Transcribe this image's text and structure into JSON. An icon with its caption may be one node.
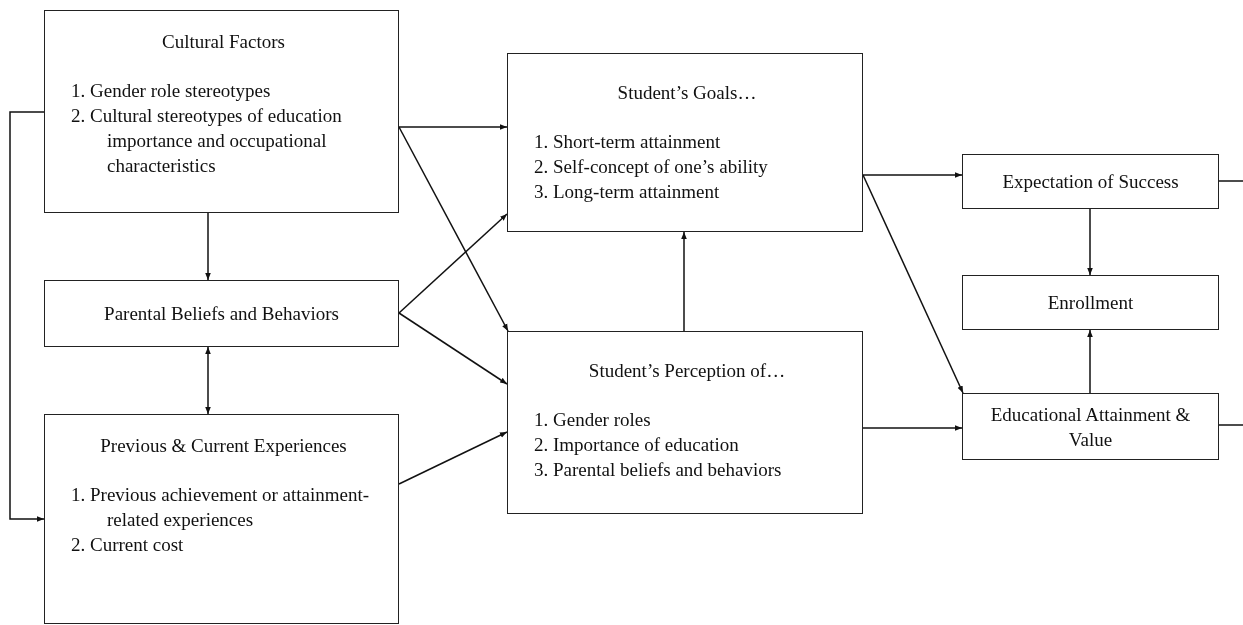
{
  "diagram": {
    "nodes": [
      {
        "text": [
          "Cultural Factors",
          "1. Gender role stereotypes",
          "2. Cultural stereotypes of education importance and occupational characteristics"
        ]
      },
      {
        "text": [
          "Parental Beliefs and Behaviors"
        ]
      },
      {
        "text": [
          "Previous & Current Experiences",
          "1. Previous achievement or attainment-related experiences",
          "2. Current cost"
        ]
      },
      {
        "text": [
          "Student’s Goals…",
          "1. Short-term attainment",
          "2. Self-concept of one’s ability",
          "3. Long-term attainment"
        ]
      },
      {
        "text": [
          "Student’s Perception of…",
          "1. Gender roles",
          "2. Importance of education",
          "3. Parental beliefs and behaviors"
        ]
      },
      {
        "text": [
          "Expectation of Success"
        ]
      },
      {
        "text": [
          "Enrollment"
        ]
      },
      {
        "text": [
          "Educational Attainment & Value"
        ]
      }
    ],
    "edges": [
      {
        "from": 0,
        "to": 1,
        "arrow": "to"
      },
      {
        "from": 0,
        "to": 2,
        "arrow": "to"
      },
      {
        "from": 1,
        "to": 2,
        "arrow": "both"
      },
      {
        "from": 0,
        "to": 3,
        "arrow": "to"
      },
      {
        "from": 0,
        "to": 4,
        "arrow": "to"
      },
      {
        "from": 1,
        "to": 3,
        "arrow": "to"
      },
      {
        "from": 1,
        "to": 4,
        "arrow": "to"
      },
      {
        "from": 2,
        "to": 4,
        "arrow": "to"
      },
      {
        "from": 4,
        "to": 3,
        "arrow": "to"
      },
      {
        "from": 3,
        "to": 5,
        "arrow": "to"
      },
      {
        "from": 3,
        "to": 7,
        "arrow": "to"
      },
      {
        "from": 4,
        "to": 7,
        "arrow": "to"
      },
      {
        "from": 5,
        "to": 6,
        "arrow": "to"
      },
      {
        "from": 7,
        "to": 6,
        "arrow": "to"
      },
      {
        "from": 5,
        "to": null,
        "arrow": "none"
      },
      {
        "from": 7,
        "to": null,
        "arrow": "none"
      }
    ]
  }
}
